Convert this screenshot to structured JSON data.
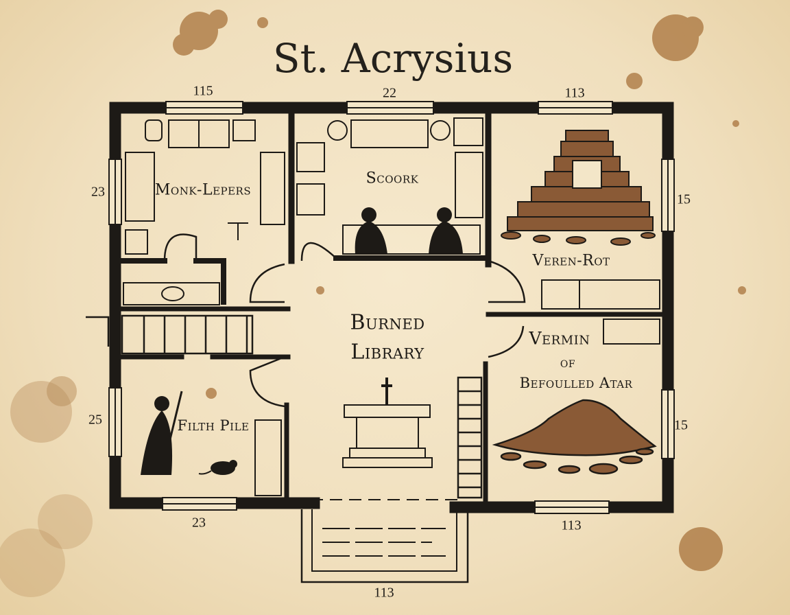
{
  "title": "St. Acrysius",
  "rooms": {
    "monk_lepers": "Monk-Lepers",
    "scoork": "Scoork",
    "veren_rot": "Veren-Rot",
    "burned_library_1": "Burned",
    "burned_library_2": "Library",
    "vermin_1": "Vermin",
    "vermin_2": "of",
    "vermin_3": "Befoulled Atar",
    "filth_pile": "Filth Pile"
  },
  "dimensions": {
    "top_left": "115",
    "top_center": "22",
    "top_right": "113",
    "left_upper": "23",
    "right_upper": "15",
    "left_lower": "25",
    "right_lower": "15",
    "bottom_left": "23",
    "bottom_right": "113",
    "bottom_entrance": "113"
  },
  "colors": {
    "ink": "#1d1a16",
    "paper": "#f1e2c3",
    "rubble": "#8a5a36",
    "stain": "#a8733c"
  }
}
